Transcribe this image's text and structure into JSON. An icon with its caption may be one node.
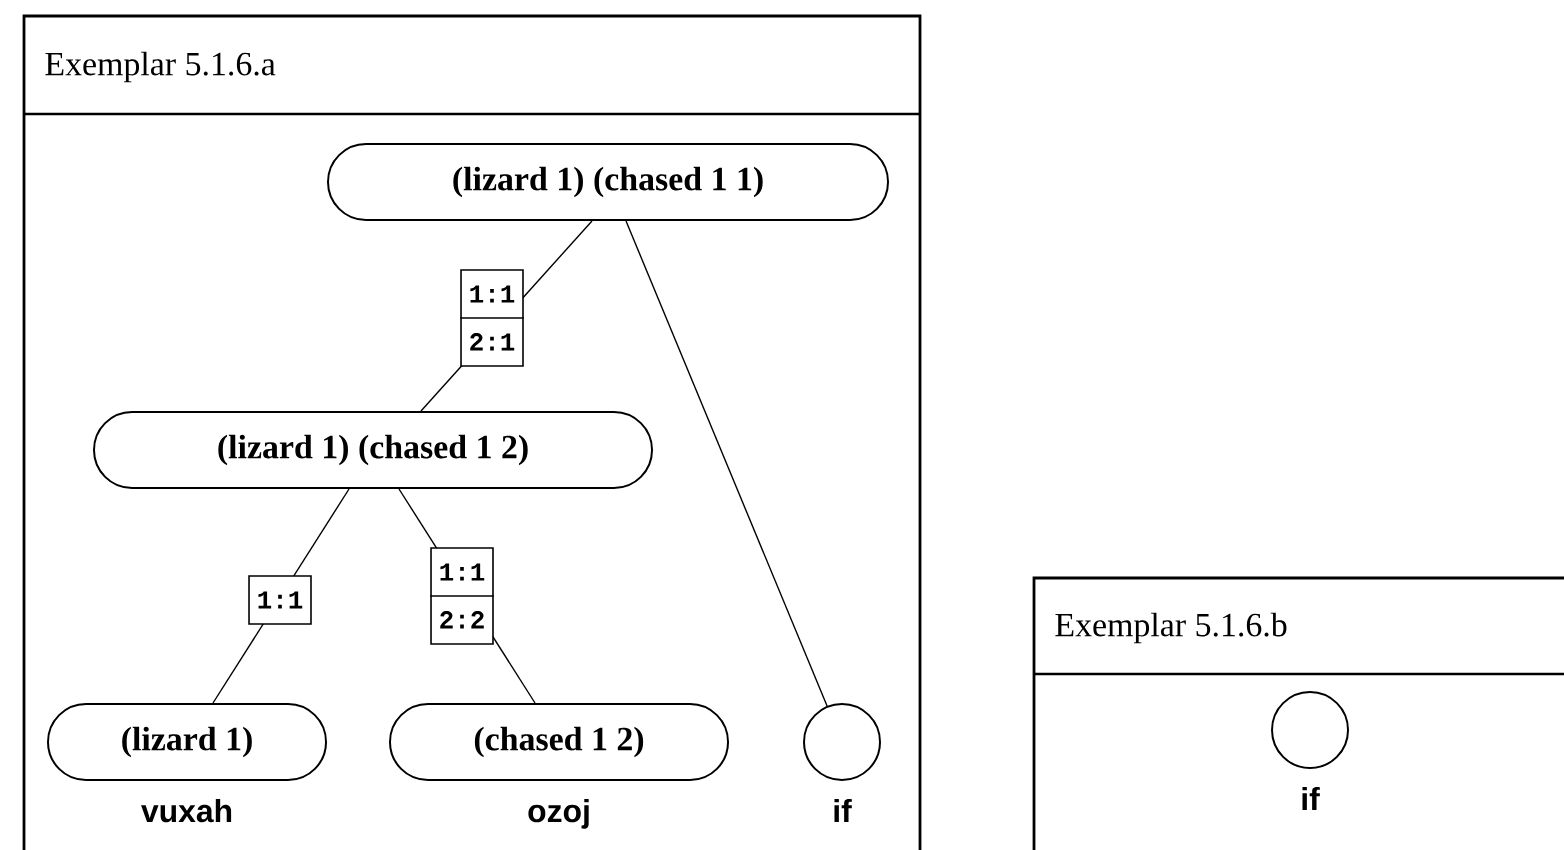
{
  "diagram": {
    "nodes": [
      {
        "text": [
          "Exemplar 5.1.6.a"
        ]
      },
      {
        "text": [
          "(lizard 1) (chased 1 1)"
        ],
        "in": 0
      },
      {
        "text": [
          "(lizard 1) (chased 1 2)"
        ],
        "in": 0
      },
      {
        "text": [
          "(lizard 1)"
        ],
        "in": 0,
        "beside": [
          "vuxah"
        ]
      },
      {
        "text": [
          "(chased 1 2)"
        ],
        "in": 0,
        "beside": [
          "ozoj"
        ]
      },
      {
        "text": [],
        "shape": "circle",
        "in": 0,
        "beside": [
          "if"
        ]
      },
      {
        "text": [
          "Exemplar 5.1.6.b"
        ]
      },
      {
        "text": [],
        "shape": "circle",
        "in": 6,
        "beside": [
          "if"
        ]
      }
    ],
    "edges": [
      {
        "from": 1,
        "to": 2,
        "arrow": "none",
        "label": "1:1 2:1"
      },
      {
        "from": 2,
        "to": 3,
        "arrow": "none",
        "label": "1:1"
      },
      {
        "from": 2,
        "to": 4,
        "arrow": "none",
        "label": "1:1 2:2"
      },
      {
        "from": 1,
        "to": 5,
        "arrow": "none"
      }
    ]
  }
}
